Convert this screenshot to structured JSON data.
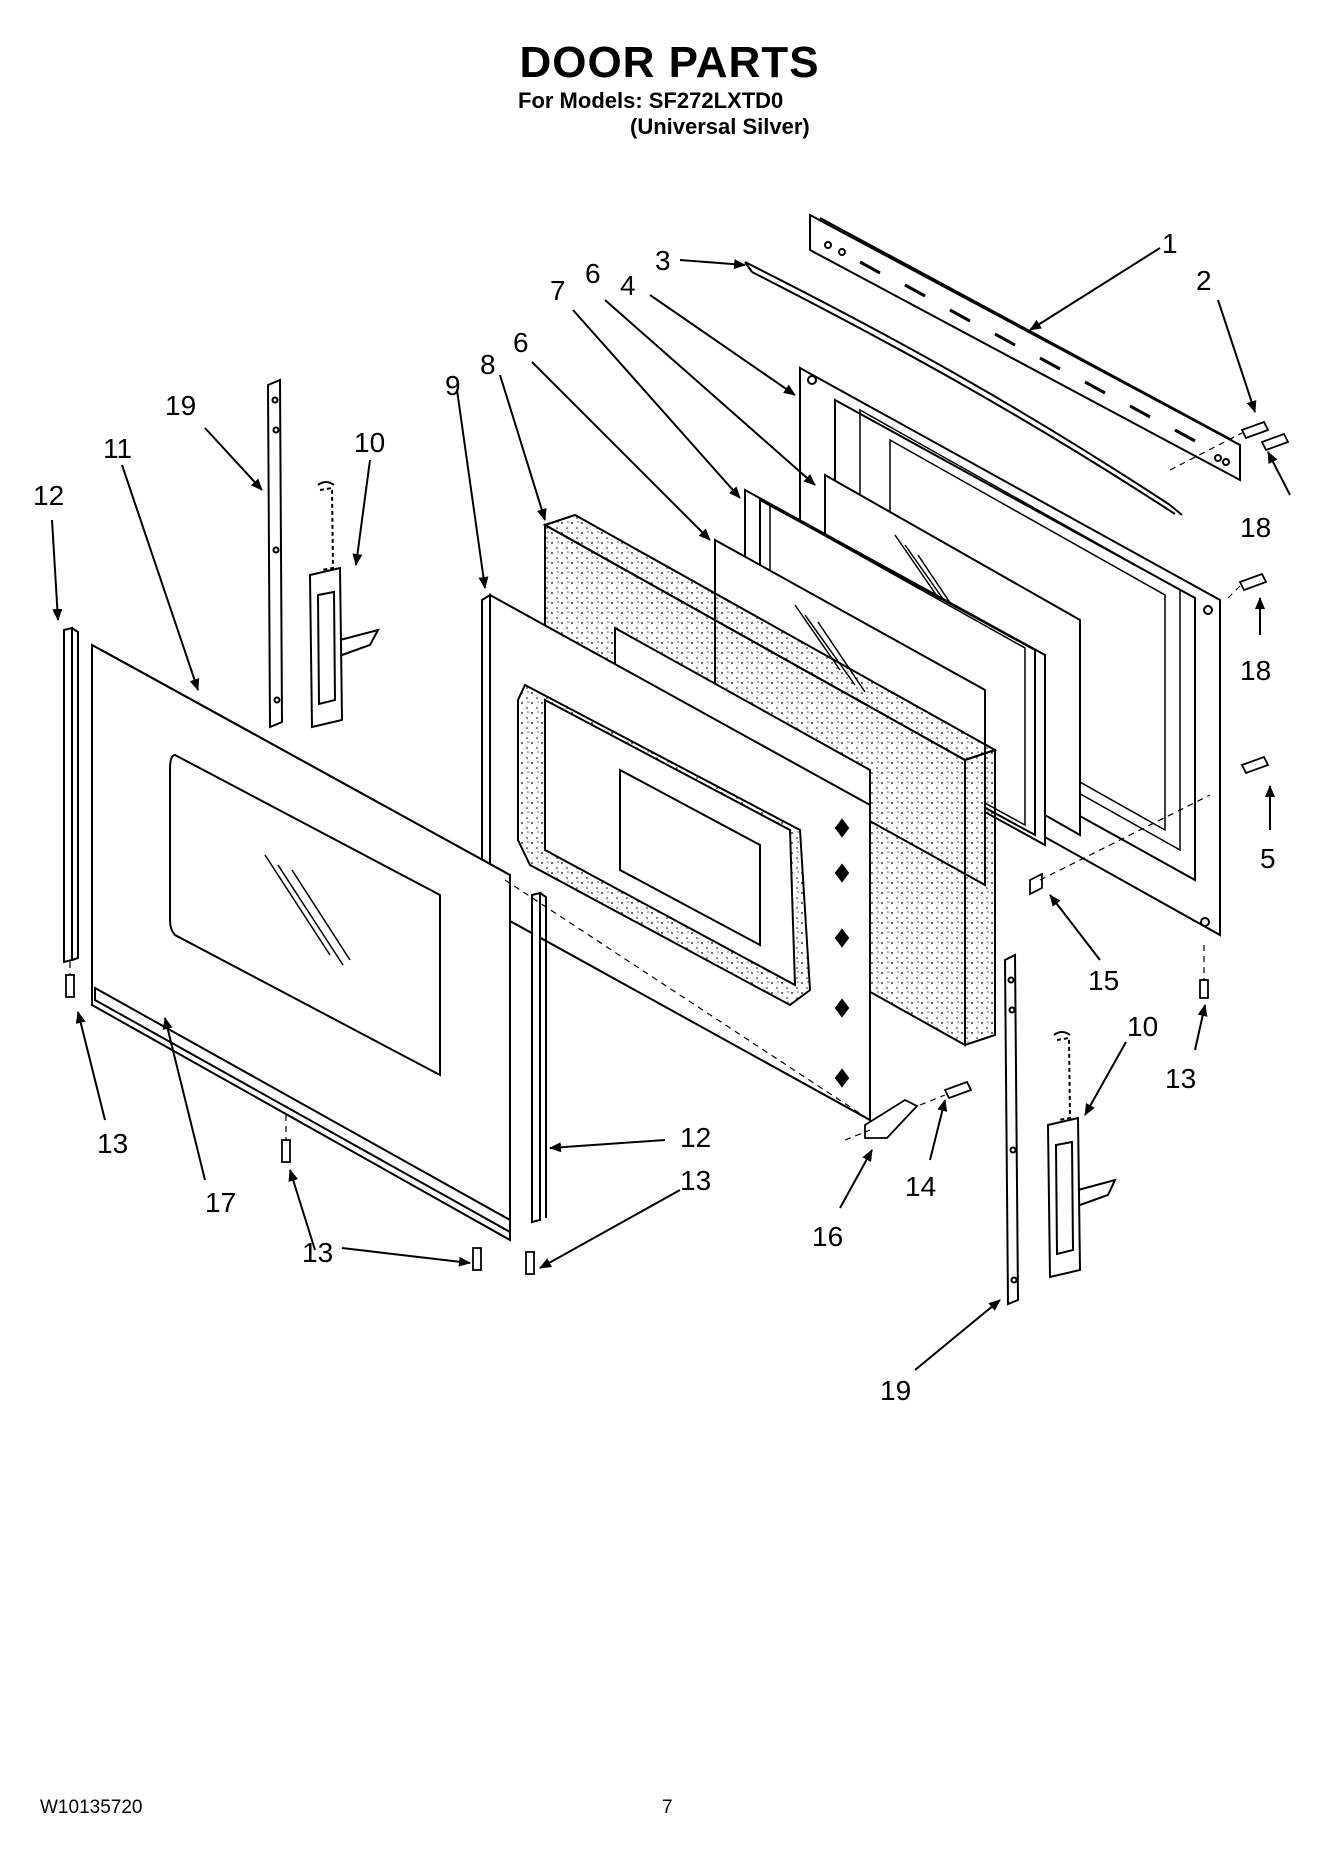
{
  "header": {
    "title": "DOOR PARTS",
    "models_line": "For Models: SF272LXTD0",
    "color_line": "(Universal Silver)"
  },
  "footer": {
    "doc_number": "W10135720",
    "page_number": "7"
  },
  "callouts": [
    {
      "id": "c1a",
      "label": "1"
    },
    {
      "id": "c2a",
      "label": "2"
    },
    {
      "id": "c3a",
      "label": "3"
    },
    {
      "id": "c4a",
      "label": "4"
    },
    {
      "id": "c6a",
      "label": "6"
    },
    {
      "id": "c7a",
      "label": "7"
    },
    {
      "id": "c6b",
      "label": "6"
    },
    {
      "id": "c8a",
      "label": "8"
    },
    {
      "id": "c9a",
      "label": "9"
    },
    {
      "id": "c19a",
      "label": "19"
    },
    {
      "id": "c10a",
      "label": "10"
    },
    {
      "id": "c11a",
      "label": "11"
    },
    {
      "id": "c12a",
      "label": "12"
    },
    {
      "id": "c18a",
      "label": "18"
    },
    {
      "id": "c18b",
      "label": "18"
    },
    {
      "id": "c5a",
      "label": "5"
    },
    {
      "id": "c15a",
      "label": "15"
    },
    {
      "id": "c10b",
      "label": "10"
    },
    {
      "id": "c13a",
      "label": "13"
    },
    {
      "id": "c13b",
      "label": "13"
    },
    {
      "id": "c12b",
      "label": "12"
    },
    {
      "id": "c13c",
      "label": "13"
    },
    {
      "id": "c17a",
      "label": "17"
    },
    {
      "id": "c13d",
      "label": "13"
    },
    {
      "id": "c14a",
      "label": "14"
    },
    {
      "id": "c16a",
      "label": "16"
    },
    {
      "id": "c19b",
      "label": "19"
    }
  ]
}
